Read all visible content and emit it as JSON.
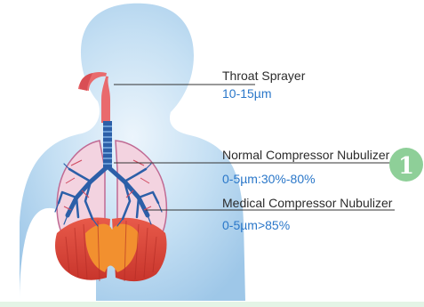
{
  "colors": {
    "body": "#b3d5ee",
    "line": "#333333",
    "value_text": "#2a77c9",
    "badge": "#8ecf98",
    "trachea": "#2c5fa8",
    "muscle": "#d9433a"
  },
  "annotations": [
    {
      "title": "Throat Sprayer",
      "value": "10-15µm"
    },
    {
      "title": "Normal Compressor Nubulizer",
      "value": "0-5µm:30%-80%"
    },
    {
      "title": "Medical Compressor Nubulizer",
      "value": "0-5µm>85%"
    }
  ],
  "badge": {
    "number": "1"
  }
}
